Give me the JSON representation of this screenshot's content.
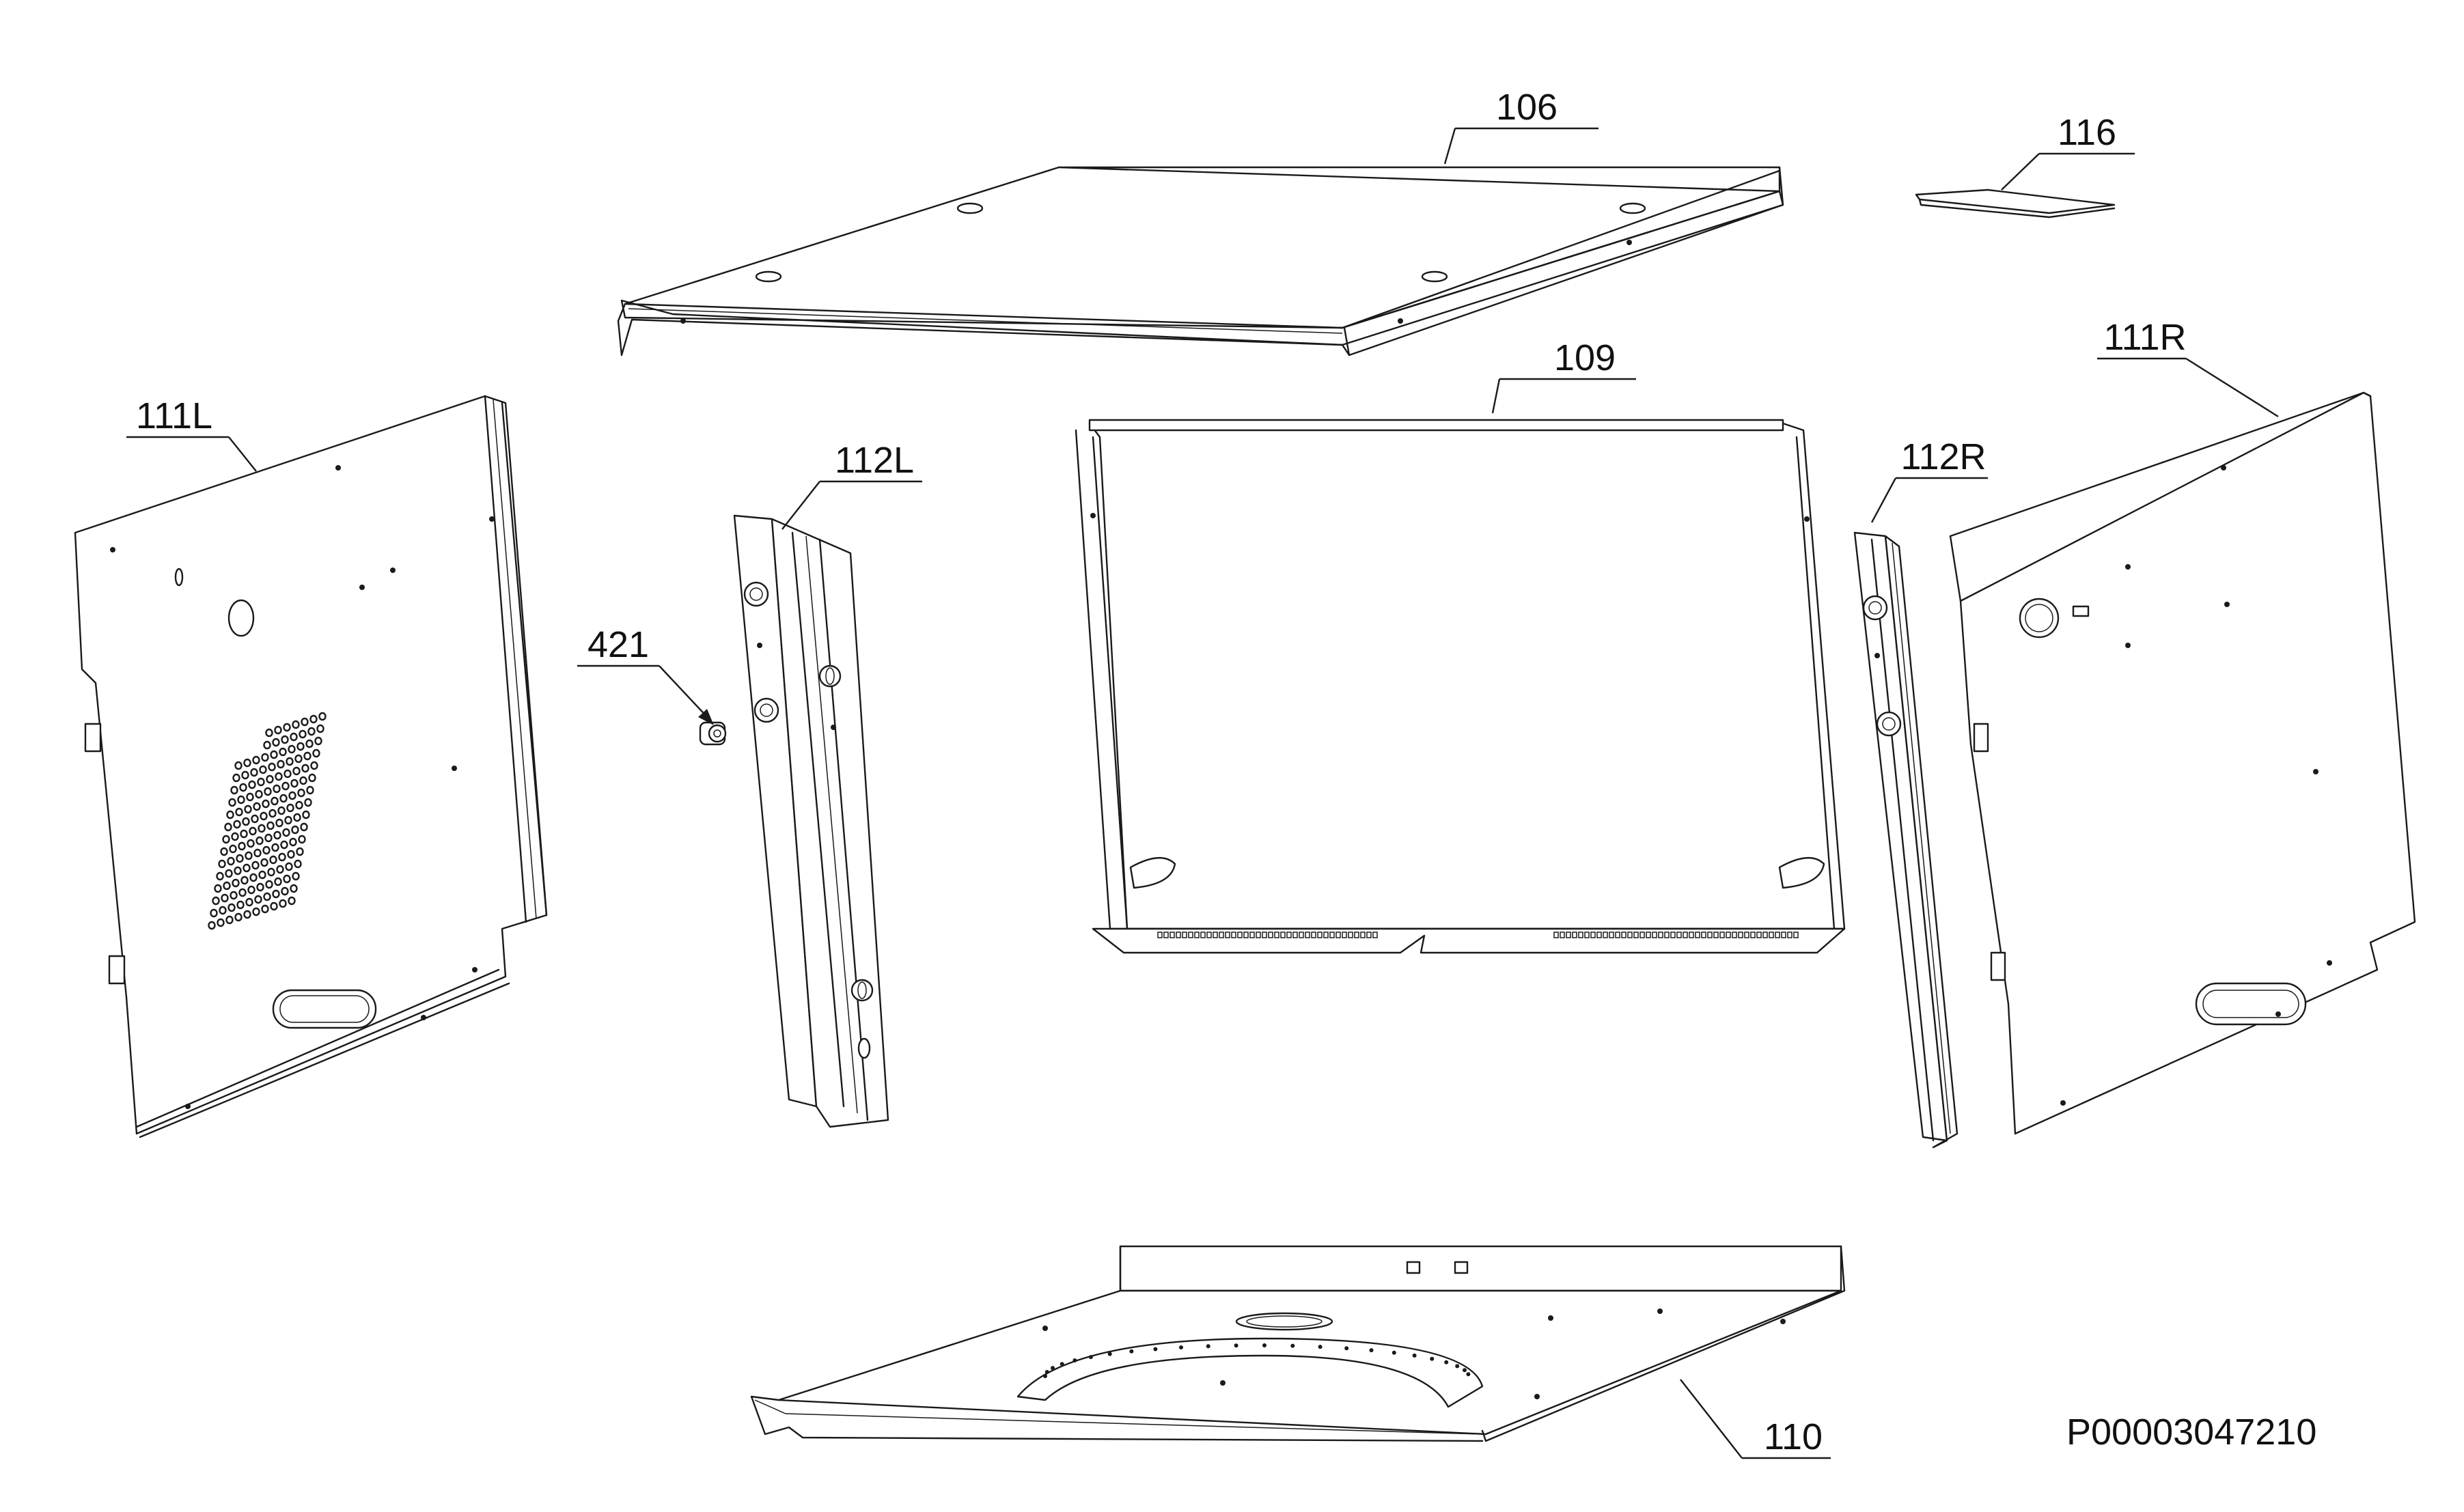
{
  "parts": [
    {
      "id": "top-panel",
      "label": "106"
    },
    {
      "id": "small-plate",
      "label": "116"
    },
    {
      "id": "left-side-panel",
      "label": "111L"
    },
    {
      "id": "left-rail",
      "label": "112L"
    },
    {
      "id": "fastener",
      "label": "421"
    },
    {
      "id": "rear-panel",
      "label": "109"
    },
    {
      "id": "right-rail",
      "label": "112R"
    },
    {
      "id": "right-side-panel",
      "label": "111R"
    },
    {
      "id": "bottom-panel",
      "label": "110"
    }
  ],
  "drawing_code": "P00003047210",
  "colors": {
    "line": "#1a1a1a",
    "background": "#ffffff"
  }
}
